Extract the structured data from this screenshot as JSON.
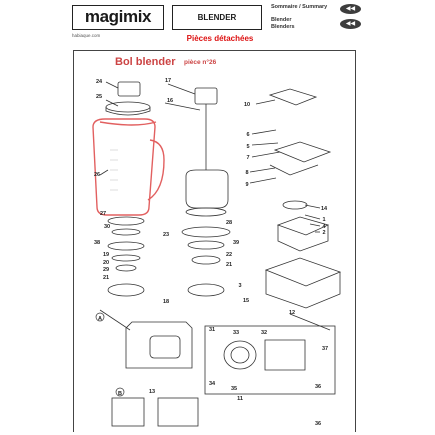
{
  "header": {
    "brand": "magimix",
    "product": "BLENDER",
    "site": "habiaque.com",
    "section": "Pièces détachées",
    "nav": [
      {
        "label": "Sommaire / Summary",
        "icon": "rewind-icon"
      },
      {
        "label": "Blender",
        "icon": "rewind-icon"
      },
      {
        "label": "Blenders",
        "icon": ""
      }
    ]
  },
  "diagram": {
    "title": "Bol blender",
    "piece": "pièce n°26",
    "callouts": [
      "24",
      "25",
      "17",
      "16",
      "10",
      "6",
      "5",
      "7",
      "8",
      "9",
      "26",
      "27",
      "30",
      "38",
      "19",
      "20",
      "29",
      "21",
      "23",
      "28",
      "39",
      "22",
      "21",
      "14",
      "1",
      "4",
      "2",
      "18",
      "3",
      "15",
      "12",
      "A",
      "31",
      "33",
      "32",
      "37",
      "34",
      "35",
      "36",
      "11",
      "B",
      "13",
      "36"
    ]
  },
  "colors": {
    "accent": "#d11111",
    "highlight": "#e26060"
  }
}
